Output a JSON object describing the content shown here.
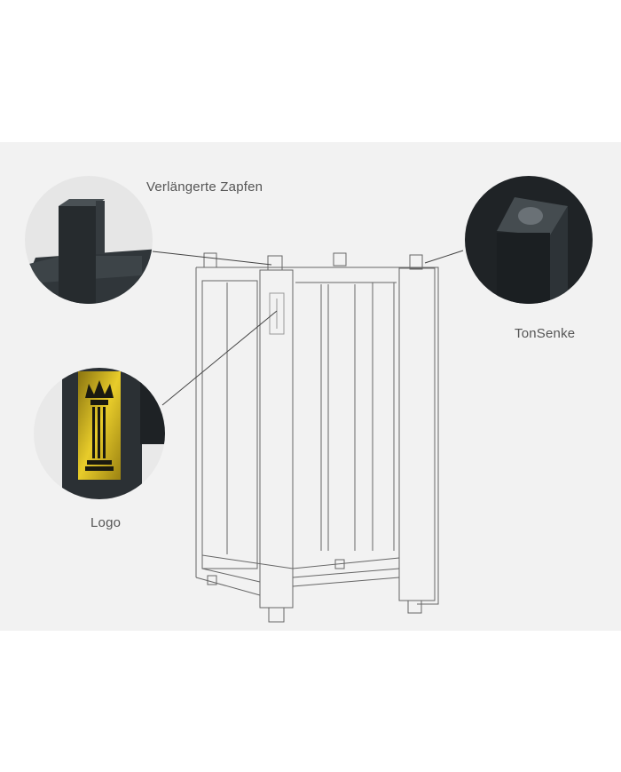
{
  "labels": {
    "zapfen": "Verlängerte Zapfen",
    "tonsenke": "TonSenke",
    "logo": "Logo"
  },
  "colors": {
    "background_band": "#f2f2f2",
    "metal": "#2b3034",
    "gold": "#c9a912",
    "line": "#555555"
  }
}
